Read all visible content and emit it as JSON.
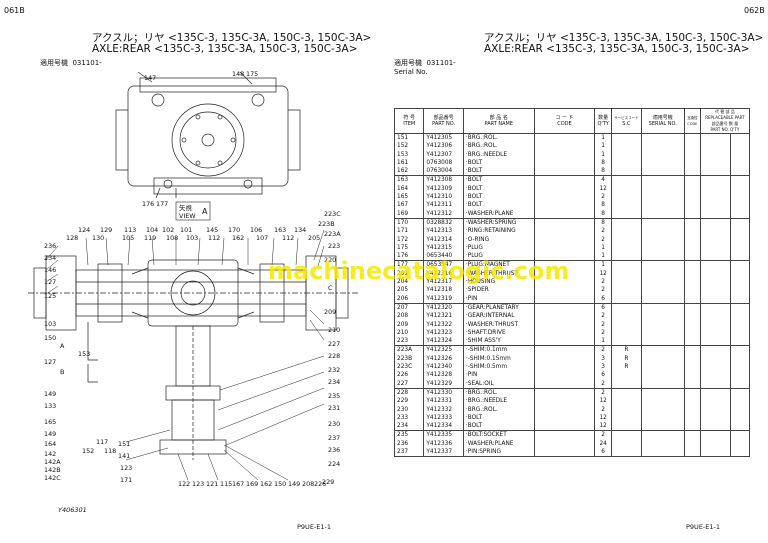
{
  "left_page": {
    "page_id": "061B",
    "title_jp": "アクスル；リヤ <135C-3, 135C-3A, 150C-3, 150C-3A>",
    "title_en": "AXLE:REAR <135C-3, 135C-3A, 150C-3, 150C-3A>",
    "serial_label_jp": "適用号機",
    "serial_value": "031101-",
    "drawing_no": "Y406301",
    "footer": "P9UE-E1-1",
    "view_label_jp": "矢視",
    "view_label_en": "VIEW",
    "view_letter": "A",
    "labels": {
      "top": [
        "147",
        "148",
        "175",
        "176",
        "177"
      ],
      "row1": [
        "124",
        "129",
        "113",
        "104",
        "102",
        "101",
        "145",
        "170",
        "106",
        "163",
        "134"
      ],
      "row2": [
        "128",
        "130",
        "105",
        "119",
        "108",
        "103",
        "112",
        "162",
        "107",
        "112",
        "205"
      ],
      "right": [
        "223C",
        "223B",
        "223A",
        "223",
        "220",
        "209",
        "210",
        "227",
        "228",
        "232",
        "234",
        "235",
        "231",
        "230",
        "237",
        "236",
        "224",
        "229"
      ],
      "left": [
        "236",
        "234",
        "146",
        "127",
        "125",
        "103",
        "150",
        "153",
        "127",
        "149",
        "133",
        "165",
        "149",
        "164",
        "142",
        "142A",
        "142B",
        "142C",
        "117",
        "152",
        "118",
        "151",
        "141",
        "123",
        "171"
      ],
      "bottom": [
        "122",
        "123",
        "121",
        "115",
        "167",
        "169",
        "162",
        "150",
        "149",
        "208",
        "226"
      ],
      "marks": [
        "A",
        "B",
        "C"
      ]
    }
  },
  "right_page": {
    "page_id": "062B",
    "title_jp": "アクスル；リヤ <135C-3, 135C-3A, 150C-3, 150C-3A>",
    "title_en": "AXLE:REAR <135C-3, 135C-3A, 150C-3, 150C-3A>",
    "serial_label_jp": "適用号機",
    "serial_label_en": "Serial No.",
    "serial_value": "031101-",
    "footer": "P9UE-E1-1",
    "watermark": "machinecatalogic.com",
    "headers": {
      "item_jp": "符 号",
      "item_en": "ITEM",
      "part_jp": "部品番号",
      "part_en": "PART NO.",
      "name_jp": "部 品 名",
      "name_en": "PART NAME",
      "code_jp": "コ ー ド",
      "code_en": "CODE",
      "qty_jp": "数量",
      "qty_en": "Q'TY",
      "sc_jp": "サービスコード",
      "sc_en": "S.C",
      "serial_jp": "適用号機",
      "serial_en": "SERIAL NO.",
      "code5_jp": "互換性",
      "code5_en": "CODE",
      "replaceable_jp": "代 替 部 品",
      "replaceable_en": "REPLACEABLE PART",
      "rp_part_jp": "部品番号",
      "rp_part_en": "PART NO.",
      "rp_qty_jp": "数 量",
      "rp_qty_en": "Q'TY"
    },
    "rows": [
      {
        "item": "151",
        "part": "Y412305",
        "name": "·BRG.:ROL.",
        "qty": "1",
        "sc": "",
        "grp": true
      },
      {
        "item": "152",
        "part": "Y412306",
        "name": "·BRG.:ROL.",
        "qty": "1",
        "sc": ""
      },
      {
        "item": "153",
        "part": "Y412307",
        "name": "·BRG.:NEEDLE",
        "qty": "1",
        "sc": ""
      },
      {
        "item": "161",
        "part": "0763008",
        "name": "·BOLT",
        "qty": "8",
        "sc": ""
      },
      {
        "item": "162",
        "part": "0763004",
        "name": "·BOLT",
        "qty": "8",
        "sc": ""
      },
      {
        "item": "163",
        "part": "Y412308",
        "name": "·BOLT",
        "qty": "4",
        "sc": "",
        "grp": true
      },
      {
        "item": "164",
        "part": "Y412309",
        "name": "·BOLT",
        "qty": "12",
        "sc": ""
      },
      {
        "item": "165",
        "part": "Y412310",
        "name": "·BOLT",
        "qty": "2",
        "sc": ""
      },
      {
        "item": "167",
        "part": "Y412311",
        "name": "·BOLT",
        "qty": "8",
        "sc": ""
      },
      {
        "item": "169",
        "part": "Y412312",
        "name": "·WASHER:PLANE",
        "qty": "8",
        "sc": ""
      },
      {
        "item": "170",
        "part": "0328832",
        "name": "·WASHER:SPRING",
        "qty": "8",
        "sc": "",
        "grp": true
      },
      {
        "item": "171",
        "part": "Y412313",
        "name": "·RING:RETAINING",
        "qty": "2",
        "sc": ""
      },
      {
        "item": "172",
        "part": "Y412314",
        "name": "·O-RING",
        "qty": "2",
        "sc": ""
      },
      {
        "item": "175",
        "part": "Y412315",
        "name": "·PLUG",
        "qty": "1",
        "sc": ""
      },
      {
        "item": "176",
        "part": "0653440",
        "name": "·PLUG",
        "qty": "1",
        "sc": ""
      },
      {
        "item": "177",
        "part": "0653547",
        "name": "·PLUG:MAGNET",
        "qty": "1",
        "sc": "",
        "grp": true
      },
      {
        "item": "201",
        "part": "Y412316",
        "name": "·WASHER:THRUST",
        "qty": "12",
        "sc": ""
      },
      {
        "item": "204",
        "part": "Y412317",
        "name": "·HOUSING",
        "qty": "2",
        "sc": ""
      },
      {
        "item": "205",
        "part": "Y412318",
        "name": "·SPIDER",
        "qty": "2",
        "sc": ""
      },
      {
        "item": "206",
        "part": "Y412319",
        "name": "·PIN",
        "qty": "6",
        "sc": ""
      },
      {
        "item": "207",
        "part": "Y412320",
        "name": "·GEAR:PLANETARY",
        "qty": "6",
        "sc": "",
        "grp": true
      },
      {
        "item": "208",
        "part": "Y412321",
        "name": "·GEAR:INTERNAL",
        "qty": "2",
        "sc": ""
      },
      {
        "item": "209",
        "part": "Y412322",
        "name": "·WASHER:THRUST",
        "qty": "2",
        "sc": ""
      },
      {
        "item": "210",
        "part": "Y412323",
        "name": "·SHAFT:DRIVE",
        "qty": "2",
        "sc": ""
      },
      {
        "item": "223",
        "part": "Y412324",
        "name": "·SHIM ASS'Y",
        "qty": "1",
        "sc": ""
      },
      {
        "item": "223A",
        "part": "Y412325",
        "name": "·-SHIM:0.1mm",
        "qty": "2",
        "sc": "R",
        "grp": true
      },
      {
        "item": "223B",
        "part": "Y412326",
        "name": "·-SHIM:0.15mm",
        "qty": "3",
        "sc": "R"
      },
      {
        "item": "223C",
        "part": "Y412340",
        "name": "·-SHIM:0.5mm",
        "qty": "3",
        "sc": "R"
      },
      {
        "item": "226",
        "part": "Y412328",
        "name": "·PIN",
        "qty": "6",
        "sc": ""
      },
      {
        "item": "227",
        "part": "Y412329",
        "name": "·SEAL:OIL",
        "qty": "2",
        "sc": ""
      },
      {
        "item": "228",
        "part": "Y412330",
        "name": "·BRG.:ROL.",
        "qty": "2",
        "sc": "",
        "grp": true
      },
      {
        "item": "229",
        "part": "Y412331",
        "name": "·BRG.:NEEDLE",
        "qty": "12",
        "sc": ""
      },
      {
        "item": "230",
        "part": "Y412332",
        "name": "·BRG.:ROL.",
        "qty": "2",
        "sc": ""
      },
      {
        "item": "233",
        "part": "Y412333",
        "name": "·BOLT",
        "qty": "12",
        "sc": ""
      },
      {
        "item": "234",
        "part": "Y412334",
        "name": "·BOLT",
        "qty": "12",
        "sc": ""
      },
      {
        "item": "235",
        "part": "Y412335",
        "name": "·BOLT:SOCKET",
        "qty": "2",
        "sc": "",
        "grp": true
      },
      {
        "item": "236",
        "part": "Y412336",
        "name": "·WASHER:PLANE",
        "qty": "24",
        "sc": ""
      },
      {
        "item": "237",
        "part": "Y412337",
        "name": "·PIN:SPRING",
        "qty": "6",
        "sc": ""
      }
    ]
  }
}
